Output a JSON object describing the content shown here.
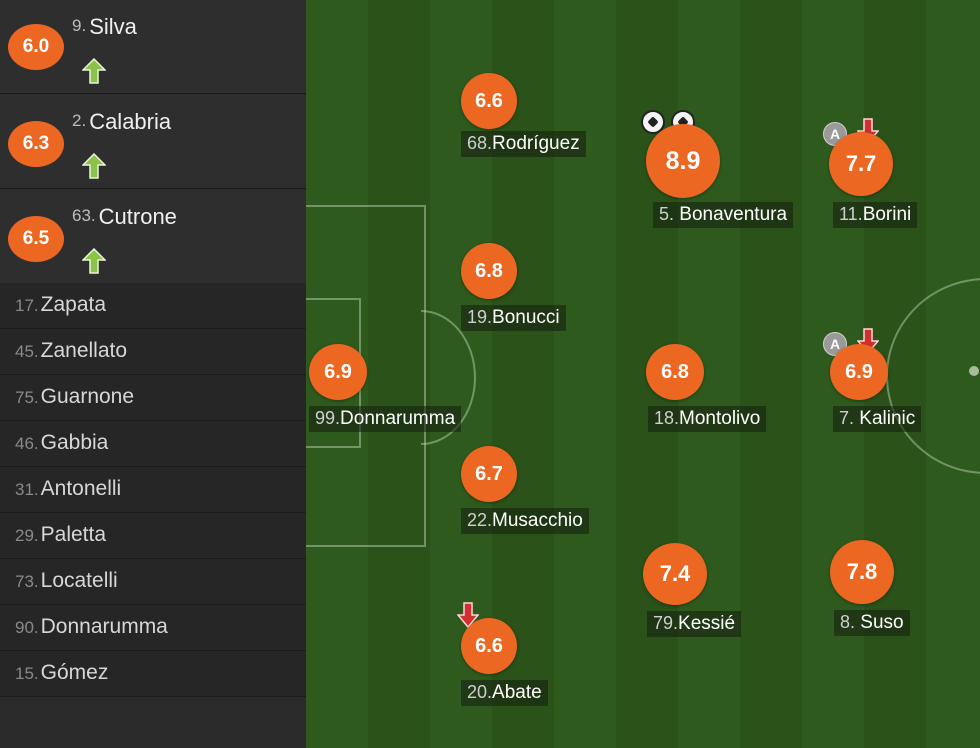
{
  "substitutes_in": [
    {
      "rating": "6.0",
      "number": "9.",
      "name": "Silva"
    },
    {
      "rating": "6.3",
      "number": "2.",
      "name": "Calabria"
    },
    {
      "rating": "6.5",
      "number": "63.",
      "name": "Cutrone"
    }
  ],
  "bench": [
    {
      "number": "17.",
      "name": "Zapata"
    },
    {
      "number": "45.",
      "name": "Zanellato"
    },
    {
      "number": "75.",
      "name": "Guarnone"
    },
    {
      "number": "46.",
      "name": "Gabbia"
    },
    {
      "number": "31.",
      "name": "Antonelli"
    },
    {
      "number": "29.",
      "name": "Paletta"
    },
    {
      "number": "73.",
      "name": "Locatelli"
    },
    {
      "number": "90.",
      "name": "Donnarumma"
    },
    {
      "number": "15.",
      "name": "Gómez"
    }
  ],
  "lineup": [
    {
      "key": "rodriguez",
      "rating": "6.6",
      "number": "68.",
      "name": "Rodríguez"
    },
    {
      "key": "bonaventura",
      "rating": "8.9",
      "number": "5.",
      "name": "Bonaventura",
      "goals": 2
    },
    {
      "key": "borini",
      "rating": "7.7",
      "number": "11.",
      "name": "Borini",
      "assist": "A",
      "subbed_off": true
    },
    {
      "key": "bonucci",
      "rating": "6.8",
      "number": "19.",
      "name": "Bonucci"
    },
    {
      "key": "donnarumma",
      "rating": "6.9",
      "number": "99.",
      "name": "Donnarumma"
    },
    {
      "key": "montolivo",
      "rating": "6.8",
      "number": "18.",
      "name": "Montolivo"
    },
    {
      "key": "kalinic",
      "rating": "6.9",
      "number": "7.",
      "name": "Kalinic",
      "assist": "A",
      "subbed_off": true
    },
    {
      "key": "musacchio",
      "rating": "6.7",
      "number": "22.",
      "name": "Musacchio"
    },
    {
      "key": "kessie",
      "rating": "7.4",
      "number": "79.",
      "name": "Kessié"
    },
    {
      "key": "suso",
      "rating": "7.8",
      "number": "8.",
      "name": "Suso"
    },
    {
      "key": "abate",
      "rating": "6.6",
      "number": "20.",
      "name": "Abate",
      "subbed_off": true
    }
  ],
  "icons": {
    "sub_in": "arrow-up-icon",
    "sub_off": "arrow-down-icon",
    "goal": "soccer-ball-icon",
    "assist": "assist-icon"
  },
  "colors": {
    "rating": "#ec6722",
    "sub_in": "#8bc34a",
    "sub_off": "#d32f2f"
  }
}
